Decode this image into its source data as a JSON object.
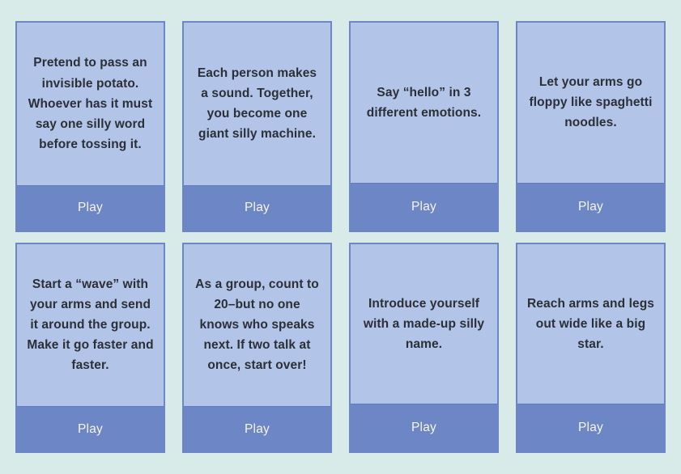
{
  "page": {
    "background_color": "#d8ebe9",
    "card_fill_color": "#b2c4e8",
    "card_border_color": "#6d87c6",
    "play_bar_color": "#6d87c6",
    "text_color": "#2b2f36",
    "play_text_color": "#f6f3e8",
    "columns": 4,
    "rows": 2
  },
  "cards": [
    {
      "id": "card-1",
      "prompt": "Pretend to pass an invisible potato. Whoever has it must say one silly word before tossing it.",
      "play_label": "Play"
    },
    {
      "id": "card-2",
      "prompt": "Each person makes a sound. Together, you become one giant silly machine.",
      "play_label": "Play"
    },
    {
      "id": "card-3",
      "prompt": "Say “hello” in 3 different emotions.",
      "play_label": "Play"
    },
    {
      "id": "card-4",
      "prompt": "Let your arms go floppy like spaghetti noodles.",
      "play_label": "Play"
    },
    {
      "id": "card-5",
      "prompt": "Start a “wave” with your arms and send it around the group. Make it go faster and faster.",
      "play_label": "Play"
    },
    {
      "id": "card-6",
      "prompt": "As a group, count to 20–but no one knows who speaks next. If two talk at once, start over!",
      "play_label": "Play"
    },
    {
      "id": "card-7",
      "prompt": "Introduce yourself with a made-up silly name.",
      "play_label": "Play"
    },
    {
      "id": "card-8",
      "prompt": "Reach arms and legs out wide like a big star.",
      "play_label": "Play"
    }
  ]
}
